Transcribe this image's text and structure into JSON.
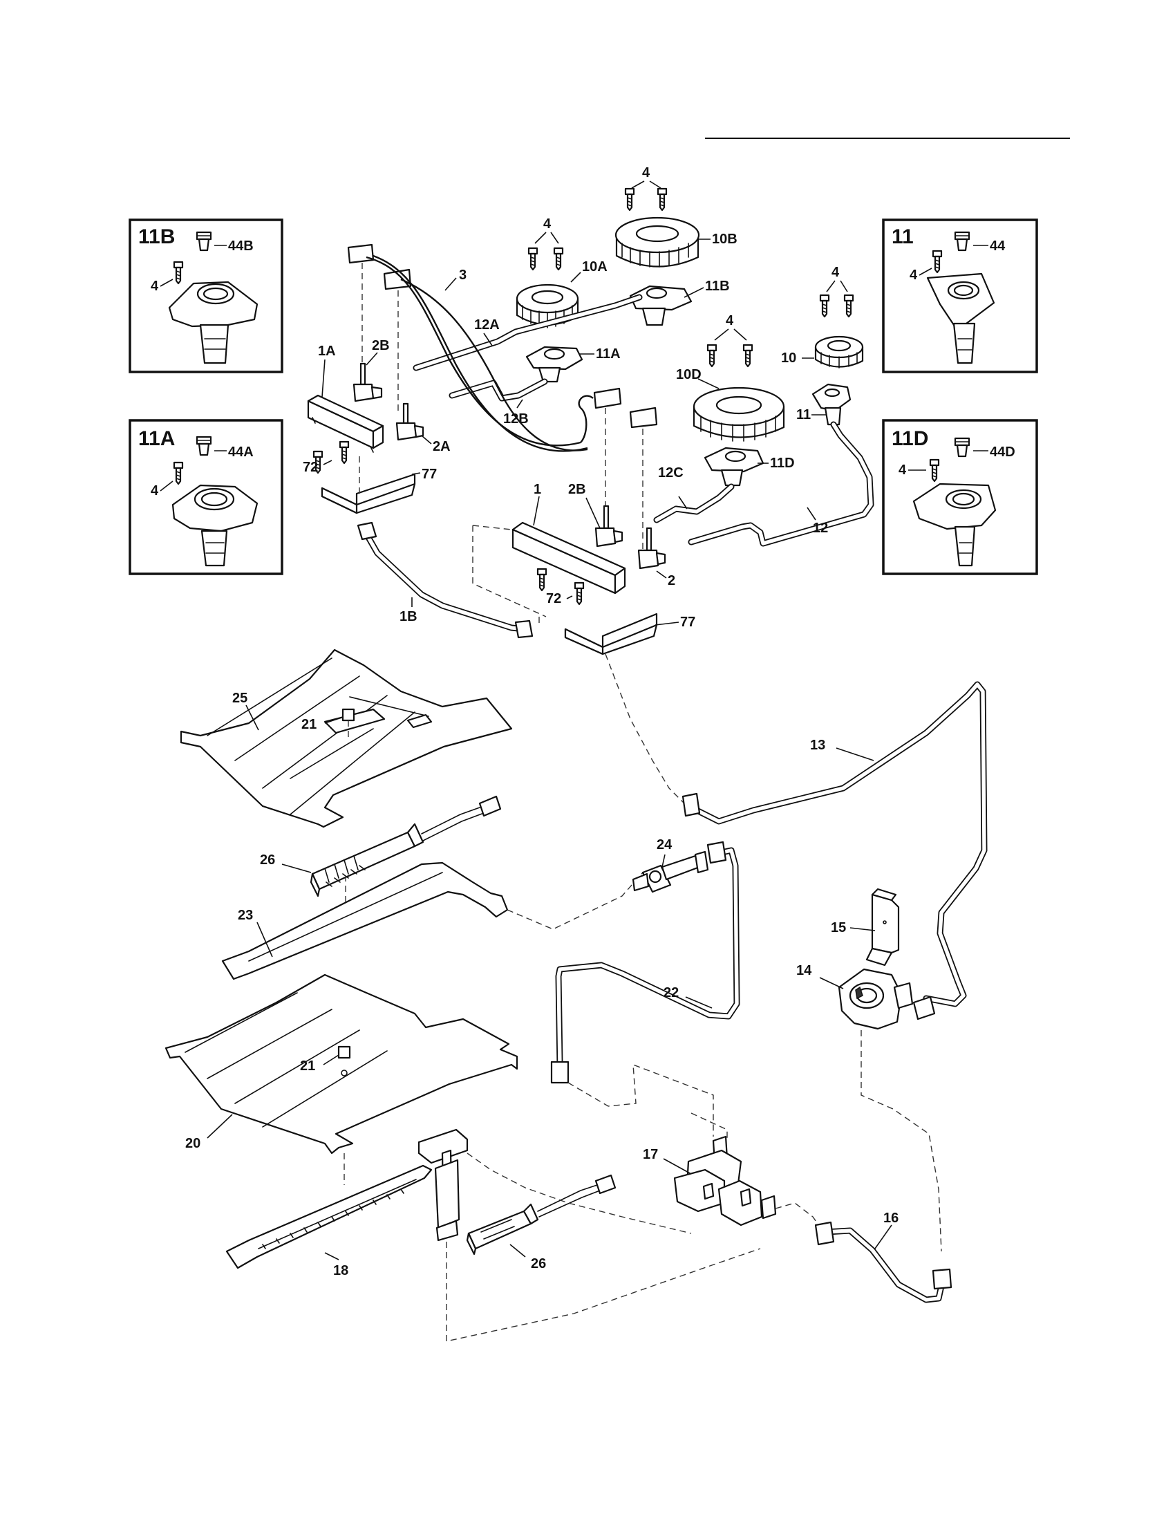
{
  "insets": [
    {
      "id": "11B",
      "title": "11B",
      "screw": "4",
      "cap": "44B"
    },
    {
      "id": "11A",
      "title": "11A",
      "screw": "4",
      "cap": "44A"
    },
    {
      "id": "11",
      "title": "11",
      "screw": "4",
      "cap": "44"
    },
    {
      "id": "11D",
      "title": "11D",
      "screw": "4",
      "cap": "44D"
    }
  ],
  "callouts": {
    "c4_top": "4",
    "c10B": "10B",
    "c4_10A": "4",
    "c10A": "10A",
    "c11B": "11B",
    "c3": "3",
    "c12A": "12A",
    "c1A": "1A",
    "c2B_top": "2B",
    "c11A": "11A",
    "c4_10D": "4",
    "c10D": "10D",
    "c4_10": "4",
    "c10": "10",
    "c11": "11",
    "c12B": "12B",
    "c2A": "2A",
    "c72_top": "72",
    "c77_top": "77",
    "c11D": "11D",
    "c12C": "12C",
    "c12": "12",
    "c1": "1",
    "c2B_mid": "2B",
    "c2": "2",
    "c72_mid": "72",
    "c77_mid": "77",
    "c1B": "1B",
    "c25": "25",
    "c21_top": "21",
    "c13": "13",
    "c26_top": "26",
    "c24": "24",
    "c23": "23",
    "c15": "15",
    "c14": "14",
    "c22": "22",
    "c21_bot": "21",
    "c20": "20",
    "c17": "17",
    "c16": "16",
    "c18": "18",
    "c26_bot": "26"
  }
}
